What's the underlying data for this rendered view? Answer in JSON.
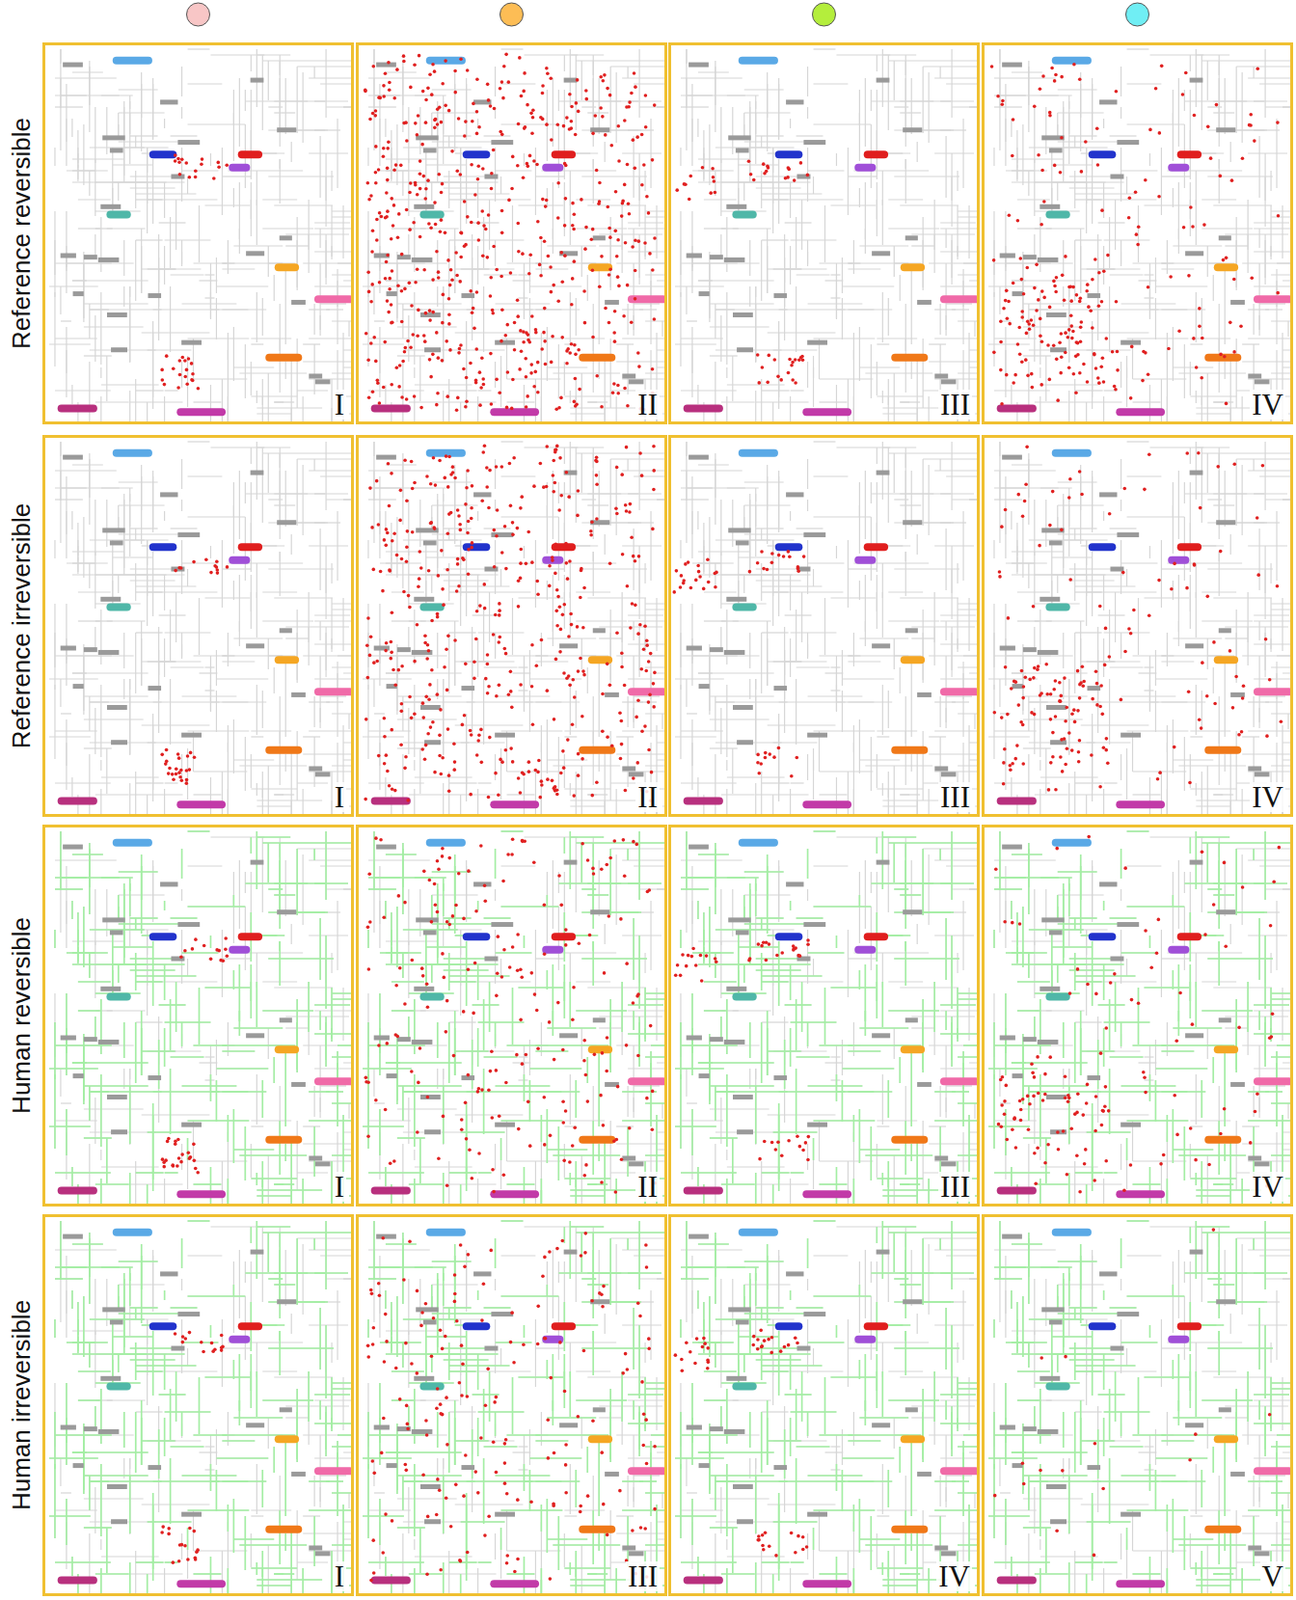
{
  "diagram": {
    "nodes": [
      {
        "text": [
          "I"
        ]
      },
      {
        "text": [
          "II"
        ]
      },
      {
        "text": [
          "III"
        ]
      },
      {
        "text": [
          "IV"
        ]
      },
      {
        "text": [
          "I"
        ]
      },
      {
        "text": [
          "II"
        ]
      },
      {
        "text": [
          "III"
        ]
      },
      {
        "text": [
          "IV"
        ]
      },
      {
        "text": [
          "I"
        ]
      },
      {
        "text": [
          "II"
        ]
      },
      {
        "text": [
          "III"
        ]
      },
      {
        "text": [
          "IV"
        ]
      },
      {
        "text": [
          "I"
        ]
      },
      {
        "text": [
          "III"
        ]
      },
      {
        "text": [
          "IV"
        ]
      },
      {
        "text": [
          "V"
        ]
      }
    ],
    "labels": [
      "Reference reversible",
      "Reference irreversible",
      "Human reversible",
      "Human irreversible"
    ]
  }
}
